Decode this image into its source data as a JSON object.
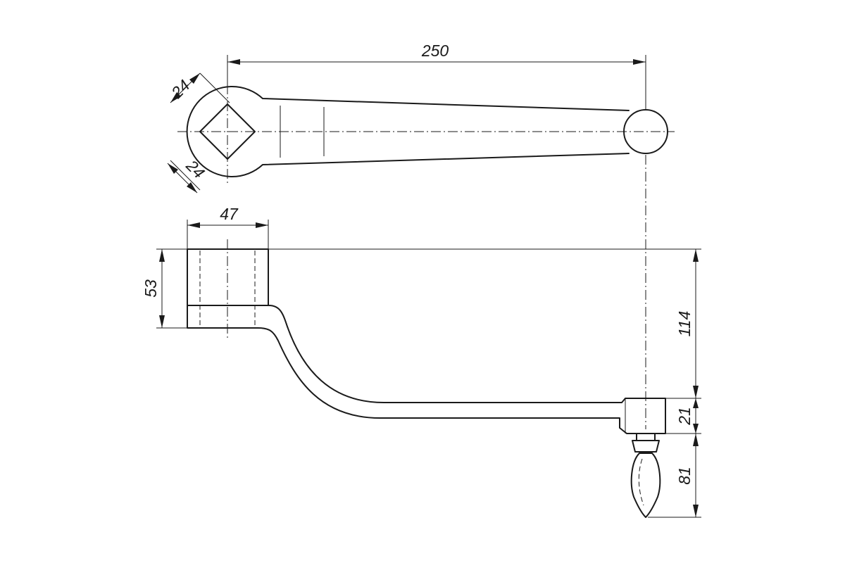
{
  "drawing": {
    "subject": "crank handle with square socket and rotating grip",
    "colors": {
      "line": "#1a1a1a",
      "background": "#ffffff"
    },
    "dimensions": {
      "overall_length": "250",
      "square_flat_top": "24",
      "square_flat_bottom": "24",
      "socket_width": "47",
      "socket_height": "53",
      "crank_offset": "114",
      "hub_thickness": "21",
      "grip_length": "81"
    }
  }
}
